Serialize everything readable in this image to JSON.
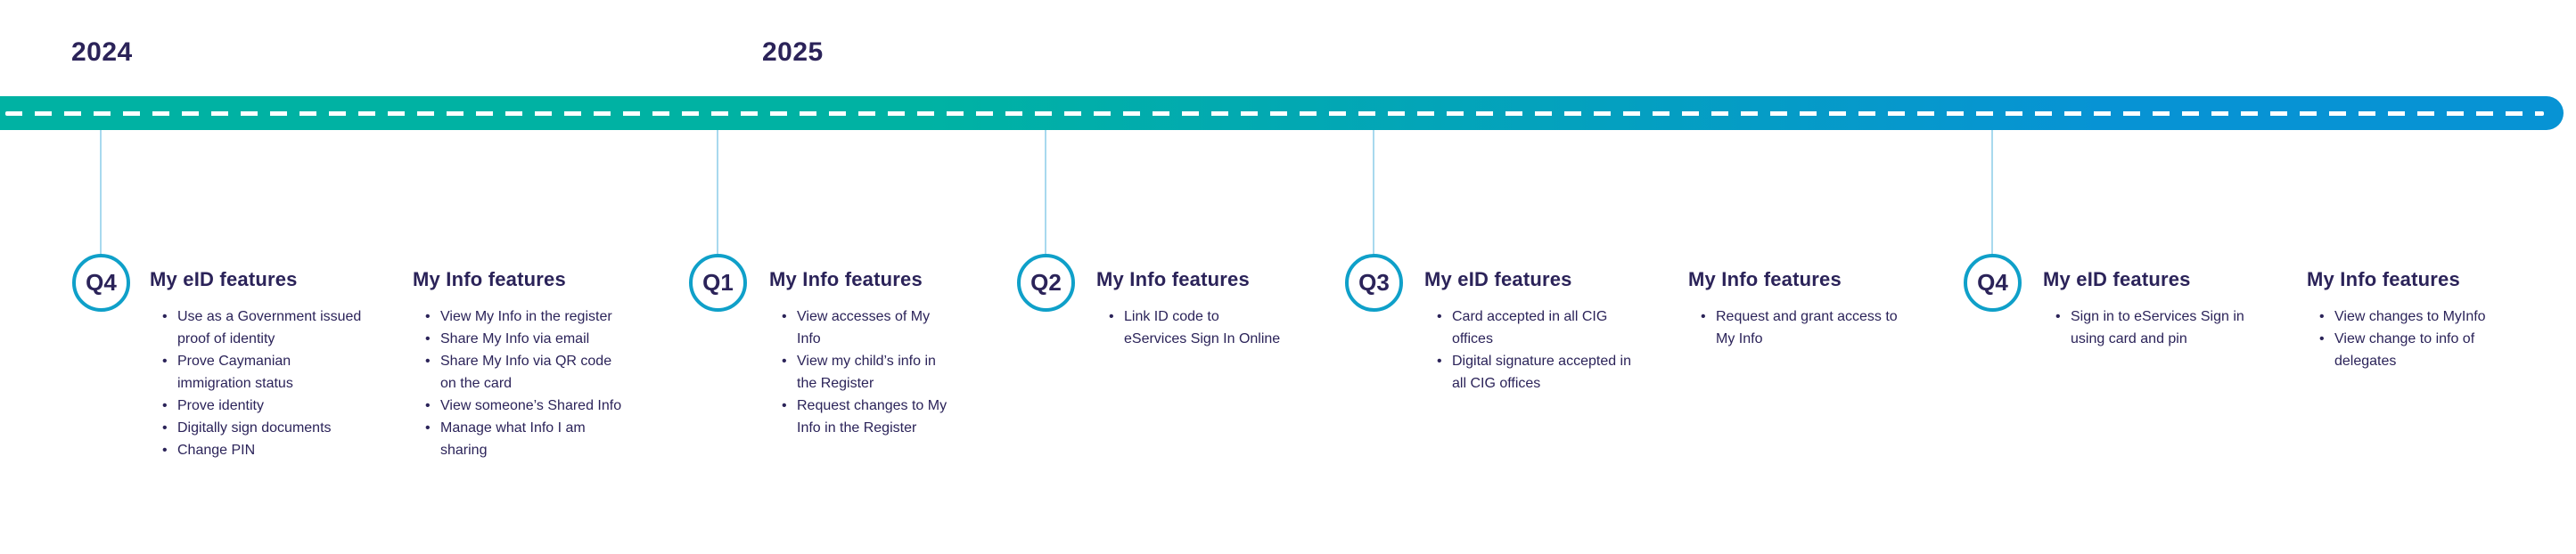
{
  "years": [
    "2024",
    "2025"
  ],
  "quarters": [
    "Q4",
    "Q1",
    "Q2",
    "Q3",
    "Q4"
  ],
  "colors": {
    "text_navy": "#2B2359",
    "bar_gradient_start": "#00B2A3",
    "bar_gradient_end": "#0793D4",
    "circle_border": "#0FA0C9",
    "connector_line": "#A8D9EE",
    "dash_line": "#FFFFFF",
    "background": "#FFFFFF"
  },
  "columns": [
    {
      "title": "My eID features",
      "items": [
        "Use as a Government issued\nproof of identity",
        "Prove Caymanian\nimmigration status",
        "Prove identity",
        "Digitally sign documents",
        "Change PIN"
      ]
    },
    {
      "title": "My Info features",
      "items": [
        "View My Info in the register",
        "Share My Info via email",
        "Share My Info via QR code\non the card",
        "View someone’s Shared Info",
        "Manage what Info I am\nsharing"
      ]
    },
    {
      "title": "My Info features",
      "items": [
        "View accesses of My\nInfo",
        "View my child’s info in\nthe Register",
        "Request changes to My\nInfo in the Register"
      ]
    },
    {
      "title": "My Info features",
      "items": [
        "Link ID code to\neServices Sign In Online"
      ]
    },
    {
      "title": "My eID features",
      "items": [
        "Card accepted in all CIG\noffices",
        "Digital signature accepted in\nall CIG offices"
      ]
    },
    {
      "title": "My Info features",
      "items": [
        "Request and grant access to\nMy Info"
      ]
    },
    {
      "title": "My eID features",
      "items": [
        "Sign in to eServices Sign in\nusing card and pin"
      ]
    },
    {
      "title": "My Info features",
      "items": [
        "View changes to MyInfo",
        "View change to info of\ndelegates"
      ]
    }
  ]
}
